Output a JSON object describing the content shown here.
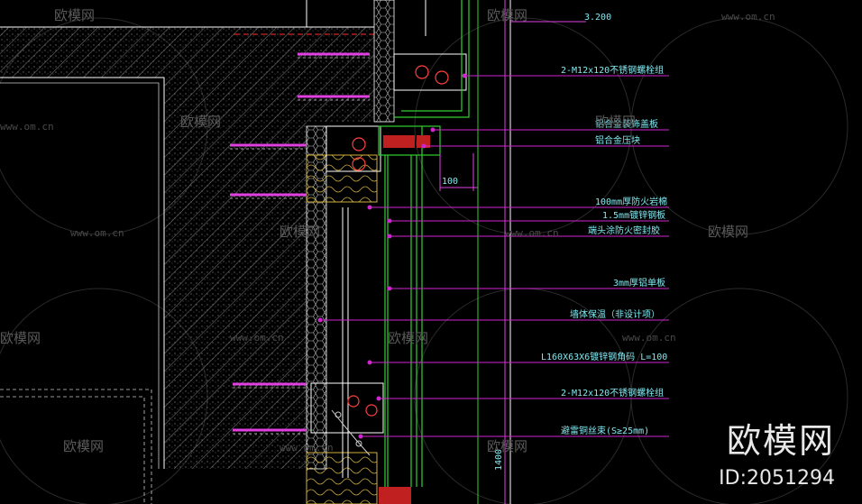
{
  "elevation_label": "3.200",
  "dimension_label": "100",
  "vertical_dimension_label": "1400",
  "callouts": [
    {
      "text": "2-M12x120不锈钢螺栓组"
    },
    {
      "text": "铝合金装饰盖板"
    },
    {
      "text": "铝合金压块"
    },
    {
      "text": "100mm厚防火岩棉"
    },
    {
      "text": "1.5mm镀锌钢板"
    },
    {
      "text": "端头涂防火密封胶"
    },
    {
      "text": "3mm厚铝单板"
    },
    {
      "text": "墙体保温（非设计项）"
    },
    {
      "text": "L160X63X6镀锌钢角码 L=100"
    },
    {
      "text": "2-M12x120不锈钢螺栓组"
    },
    {
      "text": "避雷铜丝束(S≥25mm)"
    }
  ],
  "watermark": {
    "brand": "欧模网",
    "url": "www.om.cn",
    "id_text": "ID:2051294"
  },
  "colors": {
    "leader": "#d026d0",
    "label": "#7fe8f0",
    "wall_line": "#ffffff",
    "glass": "#30d030",
    "dim": "#e040e0"
  }
}
